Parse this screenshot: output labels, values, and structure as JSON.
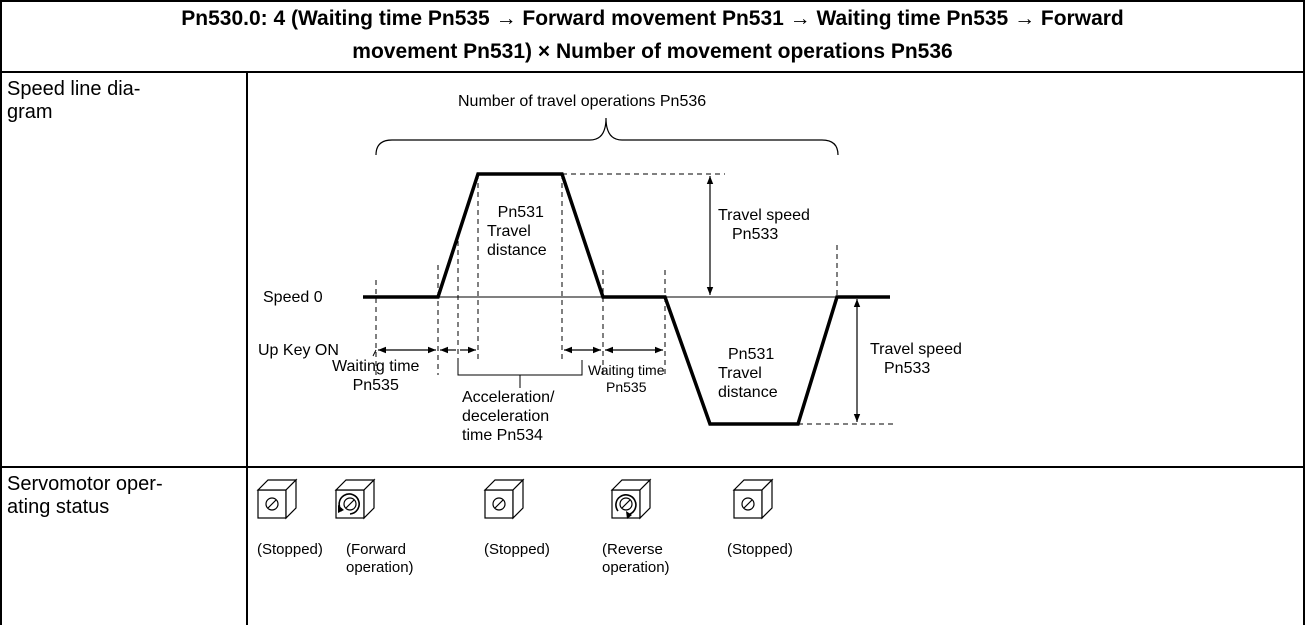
{
  "header": {
    "line1": "Pn530.0: 4 (Waiting time Pn535 → Forward movement Pn531 → Waiting time Pn535 → Forward",
    "line2": "movement Pn531) × Number of movement operations Pn536"
  },
  "rows": {
    "speed_label_1": "Speed line dia-",
    "speed_label_2": "gram",
    "status_label_1": "Servomotor oper-",
    "status_label_2": "ating status"
  },
  "diagram": {
    "brace_label": "Number of travel operations Pn536",
    "fwd_param": "Pn531",
    "fwd_travel": "Travel",
    "fwd_distance": "distance",
    "speed_top_1": "Travel speed",
    "speed_top_2": "Pn533",
    "speed0": "Speed 0",
    "up_key": "Up Key ON",
    "wait_left_1": "Waiting time",
    "wait_left_2": "Pn535",
    "accel_1": "Acceleration/",
    "accel_2": "deceleration",
    "accel_3": "time Pn534",
    "wait_mid_1": "Waiting time",
    "wait_mid_2": "Pn535",
    "rev_param": "Pn531",
    "rev_travel": "Travel",
    "rev_distance": "distance",
    "speed_bottom_1": "Travel speed",
    "speed_bottom_2": "Pn533"
  },
  "motors": [
    {
      "line1": "(Stopped)",
      "line2": "",
      "state": "stopped"
    },
    {
      "line1": "(Forward",
      "line2": "operation)",
      "state": "forward"
    },
    {
      "line1": "(Stopped)",
      "line2": "",
      "state": "stopped"
    },
    {
      "line1": "(Reverse",
      "line2": "operation)",
      "state": "reverse"
    },
    {
      "line1": "(Stopped)",
      "line2": "",
      "state": "stopped"
    }
  ]
}
